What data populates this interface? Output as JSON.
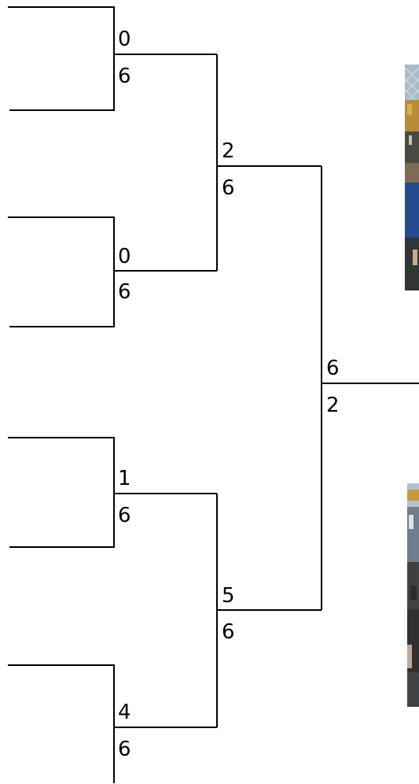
{
  "bracket": {
    "round1": [
      {
        "top_score": "0",
        "bottom_score": "6"
      },
      {
        "top_score": "0",
        "bottom_score": "6"
      },
      {
        "top_score": "1",
        "bottom_score": "6"
      },
      {
        "top_score": "4",
        "bottom_score": "6"
      }
    ],
    "round2": [
      {
        "top_score": "2",
        "bottom_score": "6"
      },
      {
        "top_score": "5",
        "bottom_score": "6"
      }
    ],
    "final": {
      "top_score": "6",
      "bottom_score": "2"
    }
  },
  "colors": {
    "line": "#000000",
    "text": "#000000",
    "background": "#ffffff"
  }
}
